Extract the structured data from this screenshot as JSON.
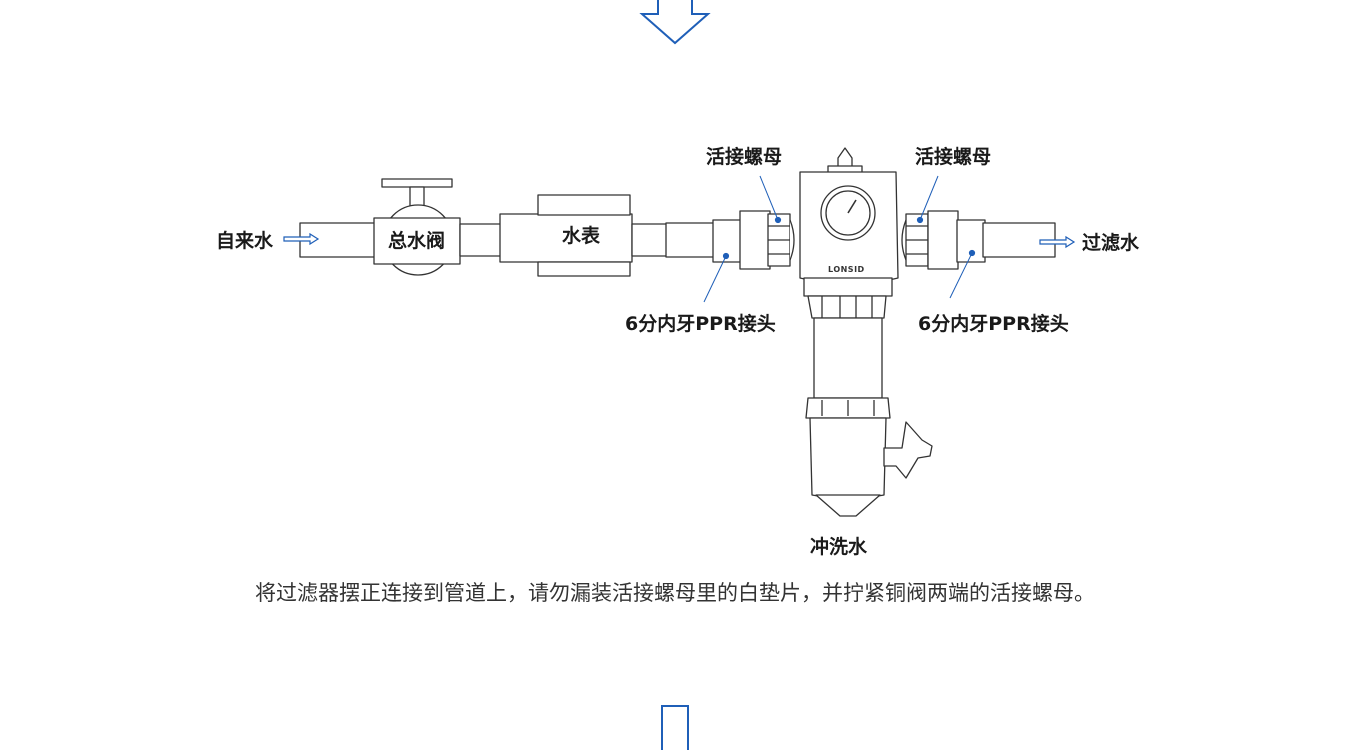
{
  "labels": {
    "inlet": "自来水",
    "main_valve": "总水阀",
    "water_meter": "水表",
    "nut_left": "活接螺母",
    "nut_right": "活接螺母",
    "fitting_left": "6分内牙PPR接头",
    "fitting_right": "6分内牙PPR接头",
    "outlet": "过滤水",
    "flush": "冲洗水",
    "brand": "LONSID"
  },
  "instruction": "将过滤器摆正连接到管道上，请勿漏装活接螺母里的白垫片，并拧紧铜阀两端的活接螺母。",
  "colors": {
    "accent": "#1f5fb8",
    "line": "#333333"
  }
}
